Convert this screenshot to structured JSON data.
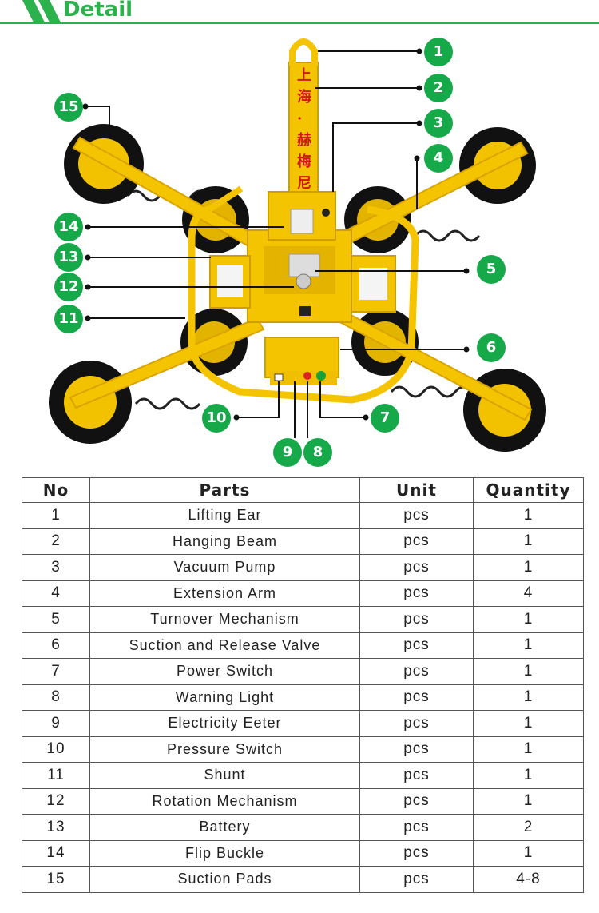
{
  "header": {
    "title": "Detail"
  },
  "diagram": {
    "callouts": [
      "1",
      "2",
      "3",
      "4",
      "5",
      "6",
      "7",
      "8",
      "9",
      "10",
      "11",
      "12",
      "13",
      "14",
      "15"
    ],
    "beam_characters": [
      "上",
      "海",
      "·",
      "赫",
      "梅",
      "尼"
    ]
  },
  "table": {
    "headers": [
      "No",
      "Parts",
      "Unit",
      "Quantity"
    ],
    "rows": [
      [
        "1",
        "Lifting Ear",
        "pcs",
        "1"
      ],
      [
        "2",
        "Hanging Beam",
        "pcs",
        "1"
      ],
      [
        "3",
        "Vacuum Pump",
        "pcs",
        "1"
      ],
      [
        "4",
        "Extension Arm",
        "pcs",
        "4"
      ],
      [
        "5",
        "Turnover Mechanism",
        "pcs",
        "1"
      ],
      [
        "6",
        "Suction and Release Valve",
        "pcs",
        "1"
      ],
      [
        "7",
        "Power Switch",
        "pcs",
        "1"
      ],
      [
        "8",
        "Warning Light",
        "pcs",
        "1"
      ],
      [
        "9",
        "Electricity Eeter",
        "pcs",
        "1"
      ],
      [
        "10",
        "Pressure Switch",
        "pcs",
        "1"
      ],
      [
        "11",
        "Shunt",
        "pcs",
        "1"
      ],
      [
        "12",
        "Rotation Mechanism",
        "pcs",
        "1"
      ],
      [
        "13",
        "Battery",
        "pcs",
        "2"
      ],
      [
        "14",
        "Flip Buckle",
        "pcs",
        "1"
      ],
      [
        "15",
        "Suction Pads",
        "pcs",
        "4-8"
      ]
    ]
  }
}
